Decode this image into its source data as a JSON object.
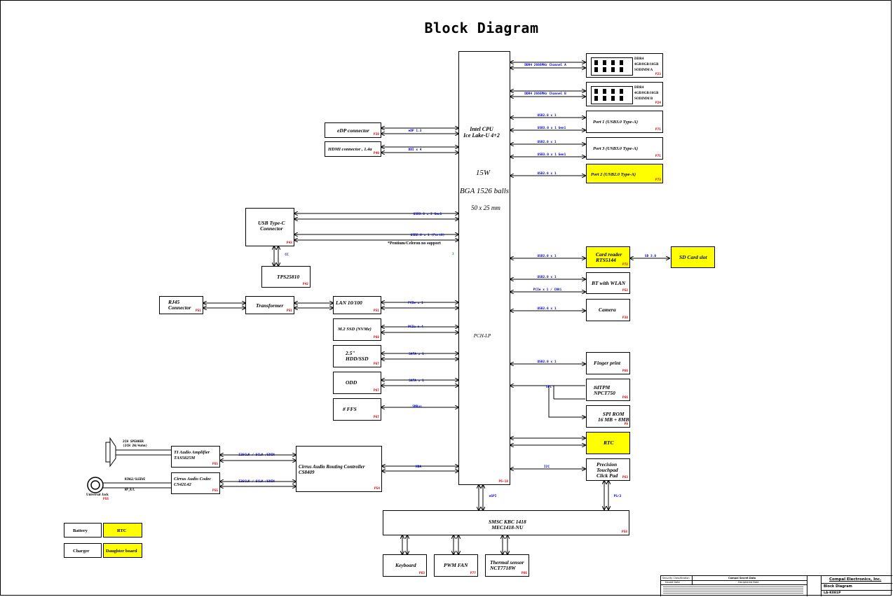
{
  "title": "Block Diagram",
  "cpu": {
    "name_line1": "Intel CPU",
    "name_line2": "Ice Lake-U 4+2",
    "power": "15W",
    "package": "BGA 1526 balls",
    "size": "50 x 25 mm",
    "pch": "PCH-LP",
    "page": "P6~18"
  },
  "blocks": {
    "dimm_a": {
      "line1": "DDR4",
      "line2": "4GB/8GB/16GB",
      "line3": "SODIMM A",
      "page": "P23"
    },
    "dimm_b": {
      "line1": "DDR4",
      "line2": "4GB/8GB/16GB",
      "line3": "SODIMM B",
      "page": "P24"
    },
    "port1": {
      "label": "Port 1 (USB3.0 Type-A)",
      "page": "P71"
    },
    "port3": {
      "label": "Port 3 (USB3.0 Type-A)",
      "page": "P71"
    },
    "port2": {
      "label": "Port 2 (USB2.0 Type-A)",
      "page": "P73"
    },
    "card_reader": {
      "line1": "Card reader",
      "line2": "RTS5144",
      "page": "P72"
    },
    "sd_slot": {
      "label": "SD Card slot"
    },
    "bt_wlan": {
      "label": "BT with WLAN",
      "page": "P52"
    },
    "camera": {
      "label": "Camera",
      "page": "P38"
    },
    "finger": {
      "label": "Finger print",
      "page": "P66"
    },
    "dtpm": {
      "line1": "#dTPM",
      "line2": "NPCT750",
      "page": "P66"
    },
    "spi_rom": {
      "line1": "SPI ROM",
      "line2": "16 MB + 8MB",
      "page": "P9"
    },
    "rtc": {
      "label": "RTC"
    },
    "touchpad": {
      "line1": "Precision",
      "line2": "Touchpad",
      "line3": "Click Pad",
      "page": "P63"
    },
    "edp": {
      "label": "eDP connector",
      "page": "P38"
    },
    "hdmi": {
      "label": "HDMI connector , 1.4a",
      "page": "P40"
    },
    "usbc": {
      "line1": "USB Type-C",
      "line2": "Connector",
      "page": "P43"
    },
    "tps": {
      "label": "TPS25810",
      "page": "P42"
    },
    "rj45": {
      "line1": "RJ45",
      "line2": "Connector",
      "page": "P51"
    },
    "transformer": {
      "label": "Transformer",
      "page": "P51"
    },
    "lan": {
      "label": "LAN 10/100",
      "page": "P51"
    },
    "m2": {
      "label": "M.2 SSD (NVMe)",
      "page": "P68"
    },
    "hdd": {
      "line1": "2.5\"",
      "line2": "HDD/SSD",
      "page": "P67"
    },
    "odd": {
      "label": "ODD",
      "page": "P67"
    },
    "ffs": {
      "label": "# FFS",
      "page": "P67"
    },
    "ti_amp": {
      "line1": "TI Audio Amplifier",
      "line2": "TAS5825M",
      "page": "P55"
    },
    "codec": {
      "line1": "Cirrus Audio Codec",
      "line2": "CS42L42",
      "page": "P55"
    },
    "routing": {
      "line1": "Cirrus Audio Routing Controller",
      "line2": "CS8409",
      "page": "P54"
    },
    "kbc": {
      "line1": "SMSC KBC 1418",
      "line2": "MEC1418-NU",
      "page": "P58"
    },
    "keyboard": {
      "label": "Keyboard",
      "page": "P63"
    },
    "fan": {
      "label": "PWM FAN",
      "page": "P77"
    },
    "thermal": {
      "line1": "Thermal sensor",
      "line2": "NCT7718W",
      "page": "P66"
    },
    "speaker": {
      "line1": "2CH SPEAKER",
      "line2": "(2CH 2W/4ohm)"
    },
    "jack": {
      "label": "Universal Jack",
      "page": "P55",
      "sig1": "RING2/SLEEVE",
      "sig2": "HP_R/L"
    }
  },
  "buses": {
    "ddr_a": "DDR4 2666MHz Channel A",
    "ddr_b": "DDR4 2666MHz Channel B",
    "usb20_x1": "USB2.0 x 1",
    "usb30_gen1": "USB3.0 x 1 Gen1",
    "edp": "eDP 1.3",
    "ddi": "DDI x 4",
    "usb30_x2": "USB3.0 x 2 Gen1",
    "usb20_port8": "USB2.0 x 1 (Port8)",
    "cc": "CC",
    "sd30": "SD 3.0",
    "pcie_cnvi": "PCIe x 1 / CNVi",
    "pcie_x1": "PCIe x 1",
    "pcie_x4": "PCIe x 4",
    "sata_x1": "SATA x 1",
    "smbus": "SMBus",
    "spi": "SPI",
    "i2s": "I2SCLK / SCLK /SDIN",
    "hda": "HDA",
    "i2c": "I2C",
    "espi": "eSPI",
    "ps2": "PS/2"
  },
  "notes": {
    "pentium": "*Pentium/Celeron no support",
    "marker": "3"
  },
  "legend": {
    "battery": "Battery",
    "charger": "Charger",
    "rtc": "RTC",
    "daughter": "Daughter board"
  },
  "title_block": {
    "security": "Security Classification",
    "secret": "Compal Secret Data",
    "issued": "Issued Date",
    "deciphered": "Deciphered Date",
    "company": "Compal Electronics, Inc.",
    "sheet_title": "Block Diagram",
    "doc": "LA-K081P"
  },
  "colors": {
    "highlight": "#ffff00",
    "bus_text": "#0000cc",
    "page_ref": "#dd0000"
  }
}
